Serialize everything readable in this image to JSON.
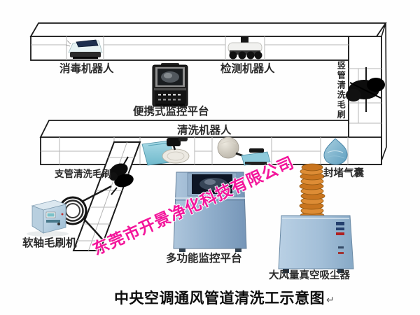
{
  "page": {
    "title": "中央空调通风管道清洗工示意图",
    "paragraph_mark": "↵",
    "watermark": "东莞市开景净化科技有限公司",
    "watermark_color": "#f3169b"
  },
  "equipment_labels": {
    "disinfection_robot": "消毒机器人",
    "detection_robot": "检测机器人",
    "portable_monitoring_platform": "便携式监控平台",
    "cleaning_robot": "清洗机器人",
    "vertical_duct_cleaning_brush": "竖管清洗毛刷",
    "branch_duct_cleaning_brush": "支管清洗毛刷",
    "sealing_airbag": "封堵气囊",
    "flexible_shaft_brush_machine": "软轴毛刷机",
    "multifunction_monitoring_platform": "多功能监控平台",
    "high_volume_vacuum_cleaner": "大风量真空吸尘器"
  }
}
